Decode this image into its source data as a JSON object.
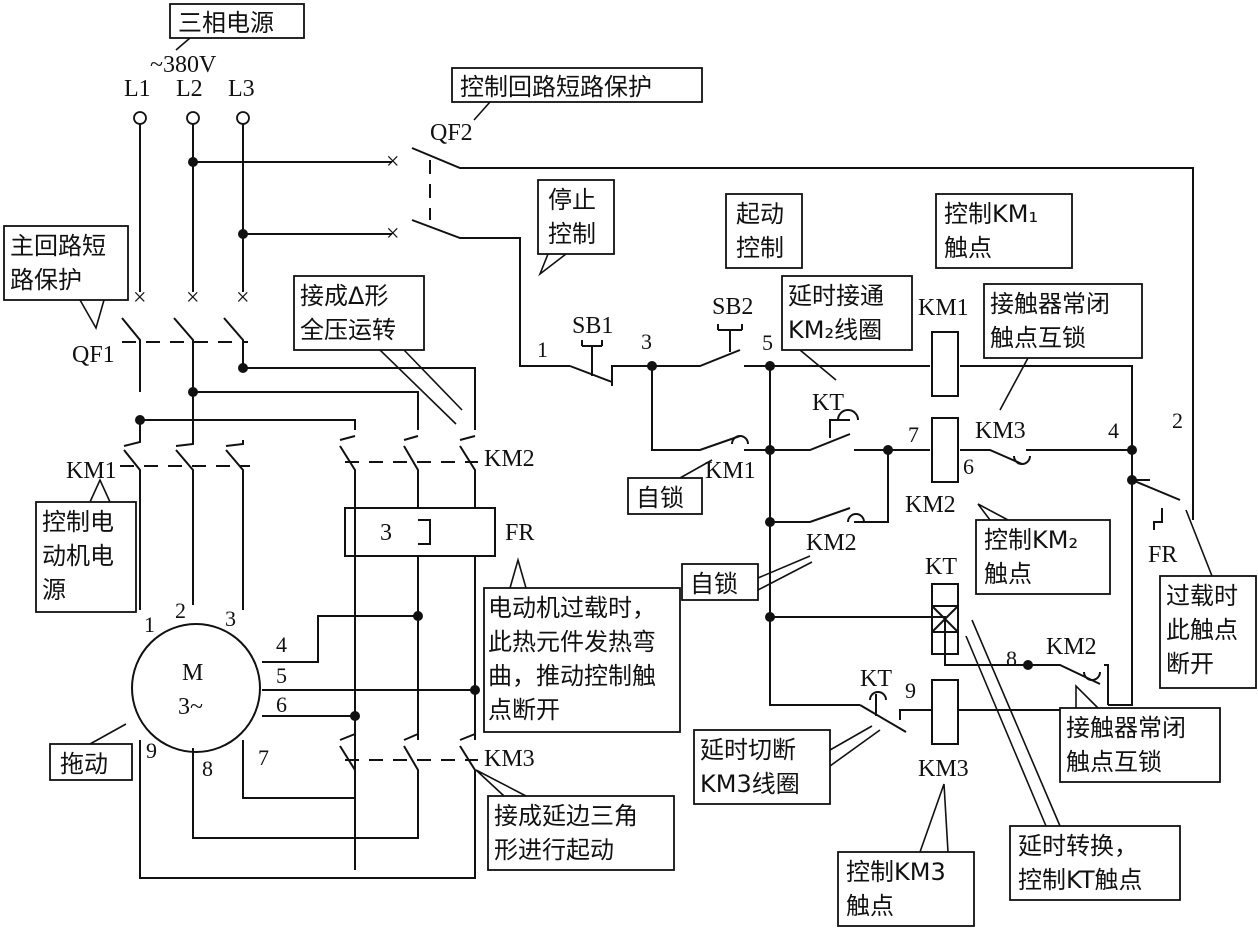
{
  "callouts": {
    "power_source": "三相电源",
    "voltage": "~380V",
    "control_sc": "控制回路短路保护",
    "main_sc_1": "主回路短",
    "main_sc_2": "路保护",
    "delta_1": "接成Δ形",
    "delta_2": "全压运转",
    "stop_1": "停止",
    "stop_2": "控制",
    "start_1": "起动",
    "start_2": "控制",
    "km1_ctrl_1": "控制KM₁",
    "km1_ctrl_2": "触点",
    "delay_on_1": "延时接通",
    "delay_on_2": "KM₂线圈",
    "interlock_top_1": "接触器常闭",
    "interlock_top_2": "触点互锁",
    "motor_pwr_1": "控制电",
    "motor_pwr_2": "动机电",
    "motor_pwr_3": "源",
    "self_lock_1": "自锁",
    "self_lock_2": "自锁",
    "km2_ctrl_1": "控制KM₂",
    "km2_ctrl_2": "触点",
    "overload_fr_1": "电动机过载时，",
    "overload_fr_2": "此热元件发热弯",
    "overload_fr_3": "曲，推动控制触",
    "overload_fr_4": "点断开",
    "overload_open_1": "过载时",
    "overload_open_2": "此触点",
    "overload_open_3": "断开",
    "drive": "拖动",
    "extended_delta_1": "接成延边三角",
    "extended_delta_2": "形进行起动",
    "delay_off_1": "延时切断",
    "delay_off_2": "KM3线圈",
    "interlock_bot_1": "接触器常闭",
    "interlock_bot_2": "触点互锁",
    "km3_ctrl_1": "控制KM3",
    "km3_ctrl_2": "触点",
    "switch_over_1": "延时转换，",
    "switch_over_2": "控制KT触点"
  },
  "labels": {
    "L1": "L1",
    "L2": "L2",
    "L3": "L3",
    "QF1": "QF1",
    "QF2": "QF2",
    "KM1": "KM1",
    "KM2": "KM2",
    "KM3": "KM3",
    "FR": "FR",
    "SB1": "SB1",
    "SB2": "SB2",
    "KT": "KT",
    "motor_M": "M",
    "motor_3": "3~",
    "fr_box": "3"
  },
  "nodes": [
    "1",
    "2",
    "3",
    "4",
    "5",
    "6",
    "7",
    "8",
    "9"
  ],
  "motor_terminals": [
    "1",
    "2",
    "3",
    "4",
    "5",
    "6",
    "7",
    "8",
    "9"
  ]
}
